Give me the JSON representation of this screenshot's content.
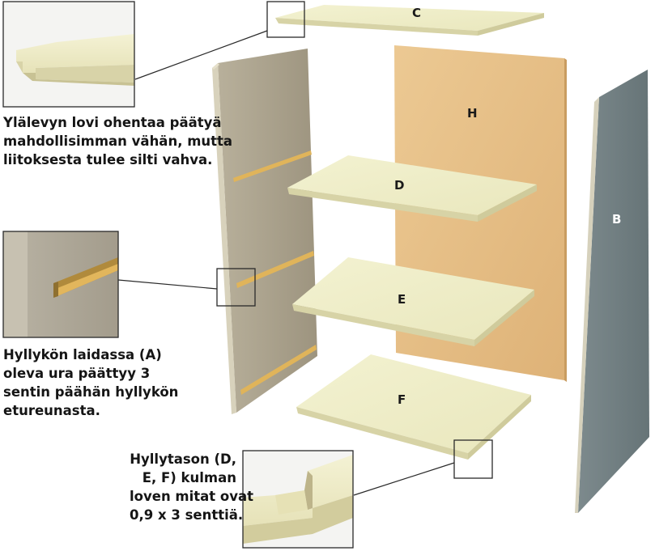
{
  "parts": {
    "C": "C",
    "H": "H",
    "D": "D",
    "E": "E",
    "F": "F",
    "B": "B"
  },
  "captions": {
    "top": [
      "Ylälevyn lovi ohentaa päätyä",
      "mahdollisimman vähän, mutta",
      "liitoksesta tulee silti vahva."
    ],
    "middle": [
      "Hyllykön laidassa (A)",
      "oleva ura päättyy 3",
      "sentin päähän hyllykön",
      "etureunasta."
    ],
    "bottom": [
      "Hyllytason (D,",
      "E, F) kulman",
      "loven mitat ovat",
      "0,9 x 3 senttiä."
    ]
  },
  "colors": {
    "board_face": "#efeec8",
    "board_edge": "#d9d6ad",
    "back_panel": "#e7bf86",
    "side_panel_left": "#a9a08c",
    "side_panel_right": "#6f7d80",
    "groove": "#e0b45a",
    "outline": "#2a2a2a"
  }
}
